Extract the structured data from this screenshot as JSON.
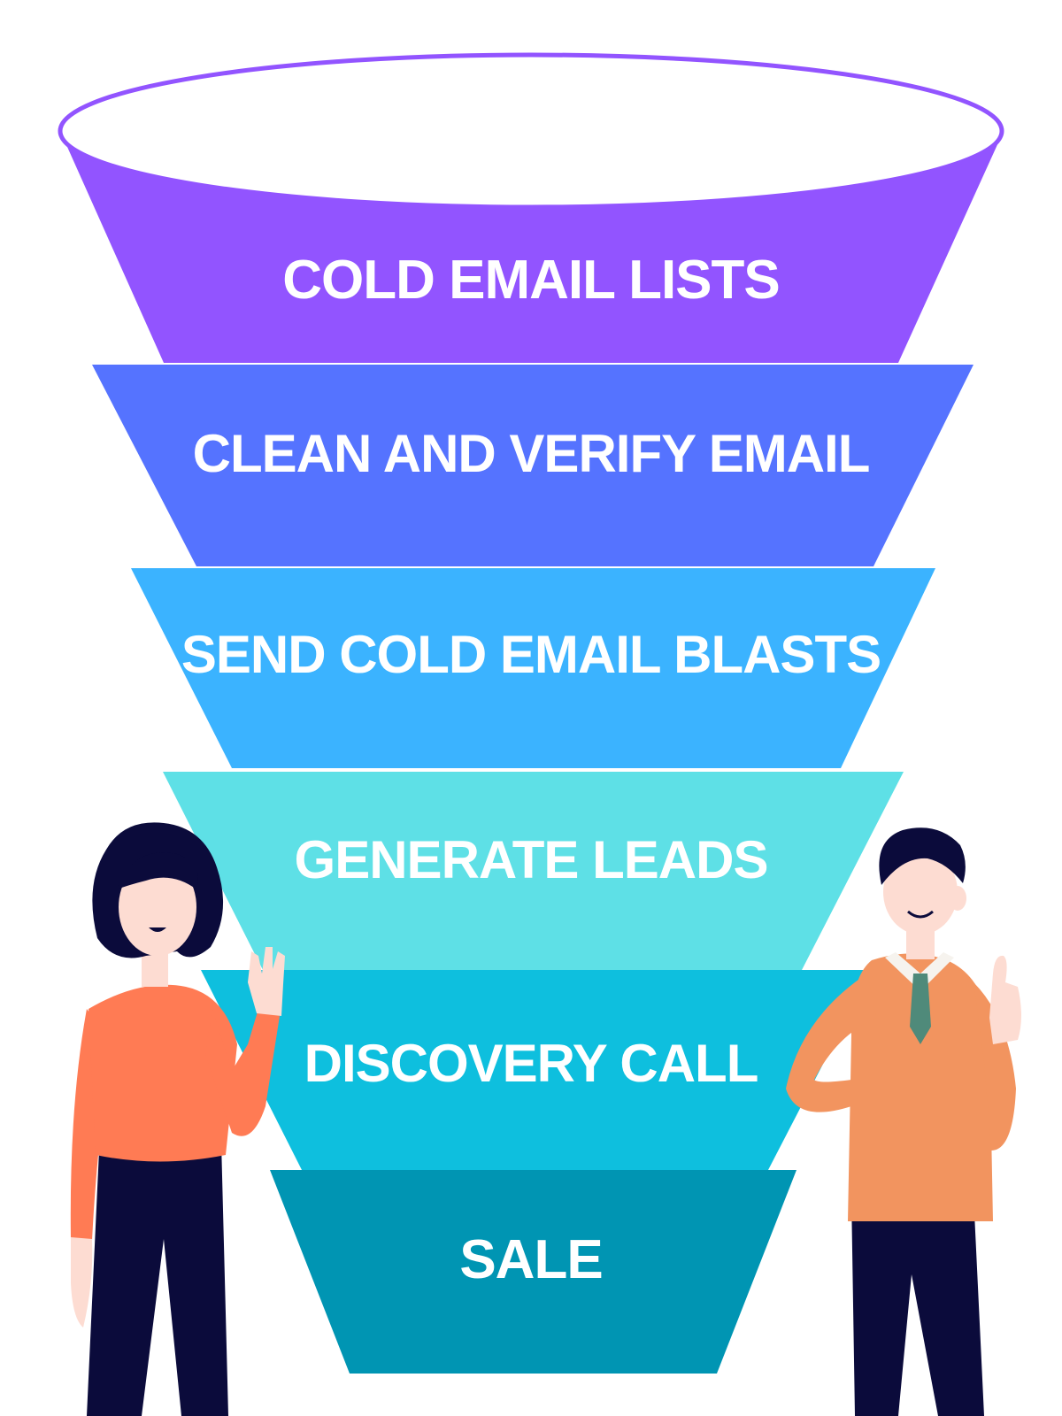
{
  "funnel": {
    "stages": [
      {
        "label": "COLD EMAIL LISTS",
        "color": "#9254FF"
      },
      {
        "label": "CLEAN AND VERIFY EMAIL",
        "color": "#5573FF"
      },
      {
        "label": "SEND COLD EMAIL BLASTS",
        "color": "#3BB3FF"
      },
      {
        "label": "GENERATE LEADS",
        "color": "#5EE0E6"
      },
      {
        "label": "DISCOVERY CALL",
        "color": "#0EBFDE"
      },
      {
        "label": "SALE",
        "color": "#0095B3"
      }
    ],
    "rim_color": "#9254FF"
  },
  "illustrations": {
    "left_person": {
      "shirt_color": "#FF7B54",
      "pants_color": "#0B0B3B",
      "skin_color": "#FDDCD2",
      "hair_color": "#0B0B3B"
    },
    "right_person": {
      "cardigan_color": "#F2945F",
      "pants_color": "#0B0B3B",
      "skin_color": "#FDDCD2",
      "hair_color": "#0B0B3B",
      "tie_color": "#4F8A7A"
    }
  }
}
